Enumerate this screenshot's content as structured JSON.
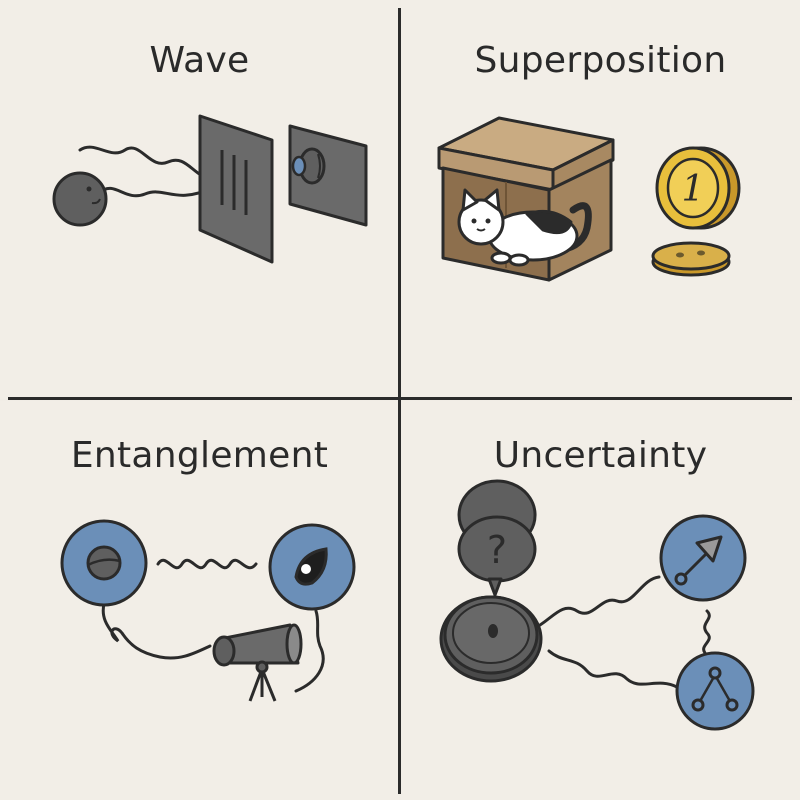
{
  "panels": [
    {
      "id": "wave",
      "title": "Wave",
      "icons": [
        "particle-face-icon",
        "wave-lines-icon",
        "double-slit-screen-icon",
        "detector-screen-icon"
      ]
    },
    {
      "id": "superposition",
      "title": "Superposition",
      "coin_label": "1",
      "icons": [
        "box-icon",
        "cat-icon",
        "coin-icon"
      ]
    },
    {
      "id": "entanglement",
      "title": "Entanglement",
      "icons": [
        "particle-left-icon",
        "particle-right-icon",
        "telescope-icon",
        "wave-lines-icon"
      ]
    },
    {
      "id": "uncertainty",
      "title": "Uncertainty",
      "bubble_label": "?",
      "icons": [
        "question-bubble-icon",
        "disc-icon",
        "arrow-circle-icon",
        "network-circle-icon"
      ]
    }
  ],
  "colors": {
    "background": "#f2eee7",
    "ink": "#2b2b2b",
    "gray": "#5f5f5f",
    "blue": "#6b8fb8",
    "gold": "#e8bf3c",
    "box": "#b99a73"
  }
}
